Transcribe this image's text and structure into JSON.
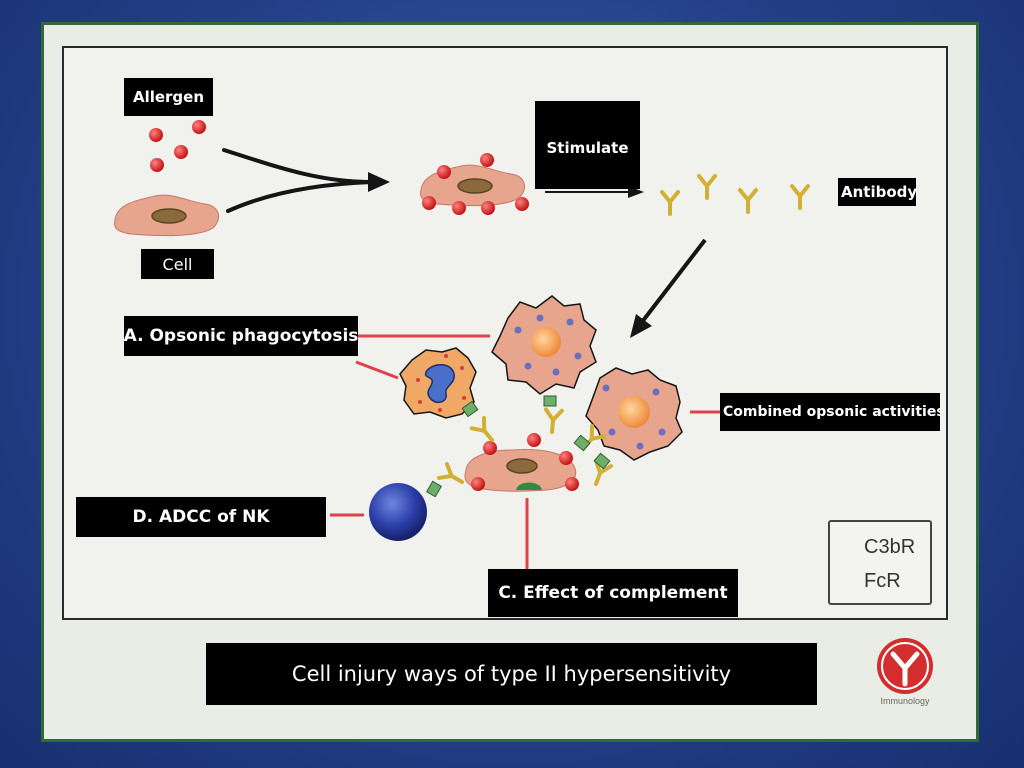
{
  "labels": {
    "allergen": "Allergen",
    "cell": "Cell",
    "stimulate": "Stimulate",
    "antibody": "Antibody",
    "opsonic_phagocytosis": "A. Opsonic phagocytosis",
    "combined_opsonic": "Combined opsonic activities",
    "adcc_nk": "D. ADCC of NK",
    "effect_of_complement": "C. Effect of complement"
  },
  "title": "Cell injury ways of  type II hypersensitivity",
  "legend": [
    {
      "label": "C3bR",
      "icon": "c3b-receptor-icon",
      "color": "#c9a33a"
    },
    {
      "label": "FcR",
      "icon": "fc-receptor-icon",
      "color": "#4f9a5a"
    }
  ],
  "logo_text": "Immunology",
  "colors": {
    "allergen": "#d32222",
    "cell_body": "#e7a58e",
    "antibody": "#d2b033",
    "connector": "#e0414b",
    "frame_green": "#2f6b32",
    "nk_cell": "#2b3fa8"
  }
}
